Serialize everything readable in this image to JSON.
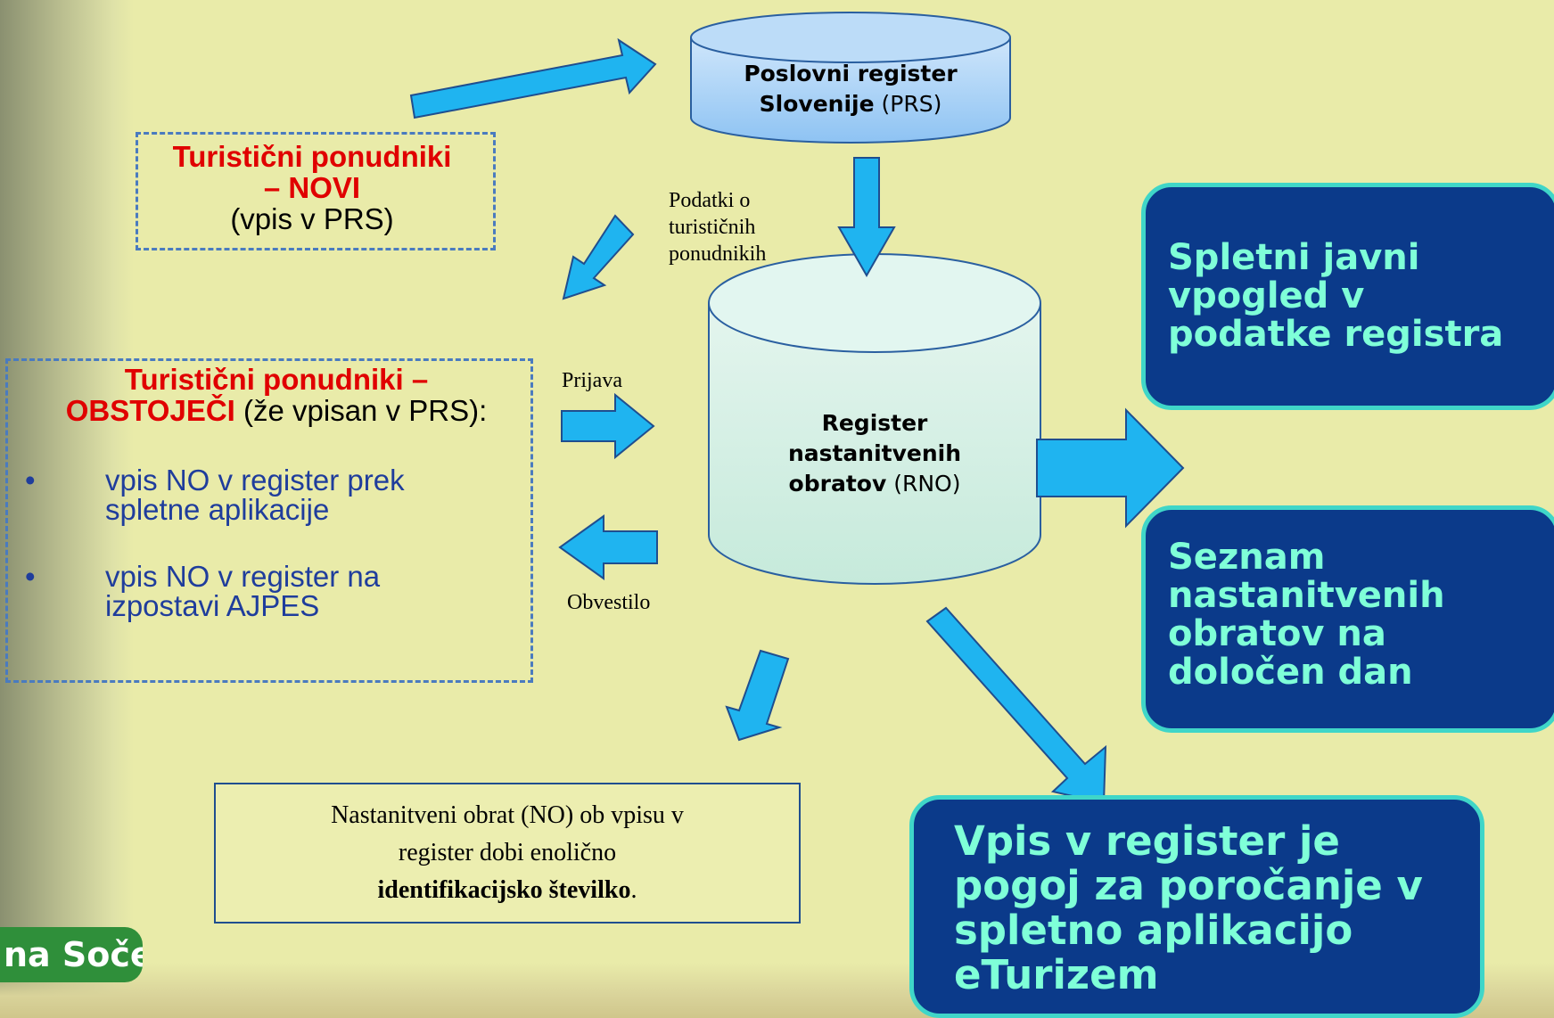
{
  "prs_db": {
    "title_bold_1": "Poslovni register",
    "title_bold_2": "Slovenije",
    "abbr": " (PRS)"
  },
  "rno_db": {
    "line1": "Register",
    "line2": "nastanitvenih",
    "line3_bold": "obratov",
    "abbr": " (RNO)"
  },
  "novi_box": {
    "title_line1": "Turistični ponudniki",
    "title_line2": "– NOVI",
    "subtitle": "(vpis v PRS)"
  },
  "obstojeci_box": {
    "title_red_1": "Turistični ponudniki –",
    "title_red_2": "OBSTOJEČI",
    "title_rest": " (že vpisan v PRS):",
    "bullets": [
      {
        "line1": "vpis NO v register prek",
        "line2": "spletne aplikacije"
      },
      {
        "line1": "vpis NO v register na",
        "line2": "izpostavi AJPES"
      }
    ],
    "bullet_char": "•"
  },
  "arrow_labels": {
    "podatki_1": "Podatki o",
    "podatki_2": "turističnih",
    "podatki_3": "ponudnikih",
    "prijava": "Prijava",
    "obvestilo": "Obvestilo"
  },
  "cards": {
    "spletni": [
      "Spletni javni",
      "vpogled v",
      "podatke registra"
    ],
    "seznam": [
      "Seznam",
      "nastanitvenih",
      "obratov na",
      "določen dan"
    ],
    "vpis": [
      "Vpis v register je",
      "pogoj za poročanje v",
      "spletno aplikacijo",
      "eTurizem"
    ]
  },
  "note": {
    "line1": "Nastanitveni obrat (NO) ob vpisu v",
    "line2": "register dobi enolično",
    "line3_bold": "identifikacijsko številko",
    "line3_end": "."
  },
  "logo": {
    "text": "na Soče"
  },
  "colors": {
    "background": "#e9eba9",
    "arrow": "#1fb4f0",
    "card": "#0b3a8a",
    "card_text": "#7fffd8",
    "red": "#e00000"
  }
}
